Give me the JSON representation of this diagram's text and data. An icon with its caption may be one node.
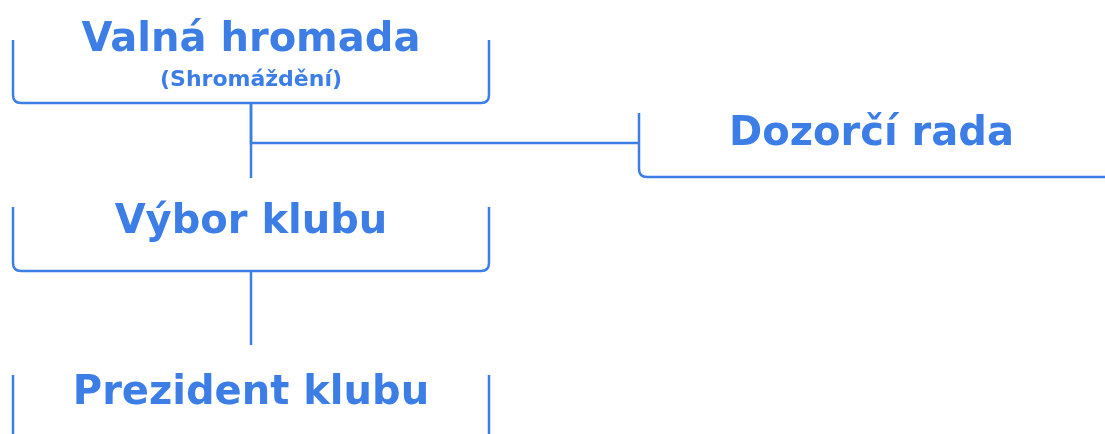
{
  "diagram": {
    "nodes": [
      {
        "text": [
          "Valná hromada",
          "(Shromáždění)"
        ]
      },
      {
        "text": [
          "Dozorčí rada"
        ]
      },
      {
        "text": [
          "Výbor klubu"
        ]
      },
      {
        "text": [
          "Prezident klubu"
        ]
      }
    ],
    "edges": [
      {
        "from": 0,
        "to": 2,
        "arrow": "none"
      },
      {
        "from": 0,
        "to": 1,
        "arrow": "none"
      },
      {
        "from": 2,
        "to": 3,
        "arrow": "none"
      }
    ]
  }
}
